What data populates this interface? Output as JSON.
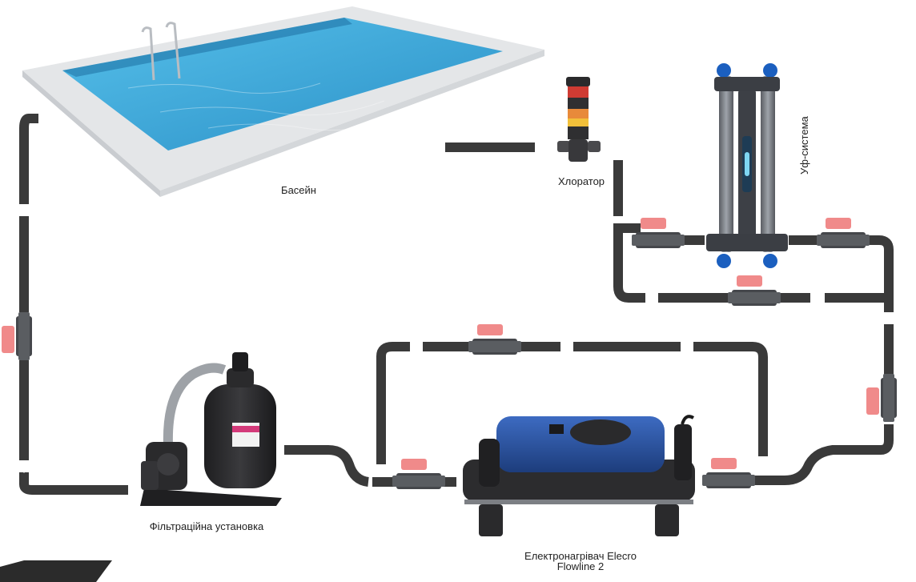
{
  "labels": {
    "pool": "Басейн",
    "chlorinator": "Хлоратор",
    "uv_system": "Уф-система",
    "filter_unit": "Фільтраційна установка",
    "heater_line1": "Електронагрівач Elecro",
    "heater_line2": "Flowline 2"
  },
  "colors": {
    "pipe": "#3a3a3a",
    "valve_handle": "#f08a8a",
    "pool_water": "#3aa6d8",
    "pool_rim": "#e6e8ea",
    "heater_blue": "#274f9c",
    "equipment_dark": "#2c2c2e",
    "chlorinator_red": "#d6453a",
    "chlorinator_yellow": "#f0c33a"
  },
  "icons": [
    "pool",
    "chlorinator",
    "uv-system",
    "sand-filter",
    "pump",
    "electric-heater",
    "ball-valve",
    "flow-arrow"
  ]
}
